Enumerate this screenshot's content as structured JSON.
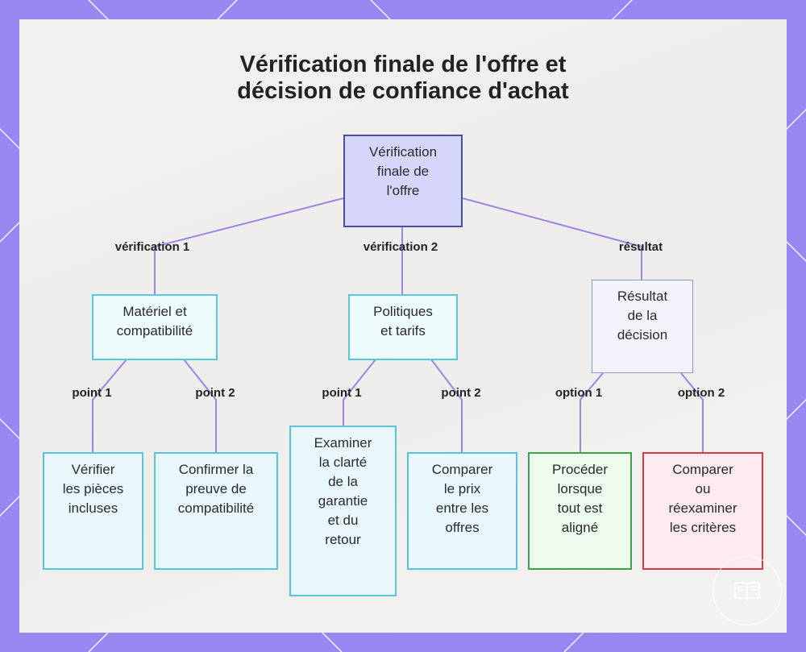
{
  "title": {
    "line1": "Vérification finale de l'offre et",
    "line2": "décision de confiance d'achat"
  },
  "nodes": {
    "root": [
      "Vérification",
      "finale de",
      "l'offre"
    ],
    "hardware": [
      "Matériel et",
      "compatibilité"
    ],
    "policies": [
      "Politiques",
      "et tarifs"
    ],
    "decision": [
      "Résultat",
      "de la",
      "décision"
    ],
    "check_parts": [
      "Vérifier",
      "les pièces",
      "incluses"
    ],
    "confirm_compat": [
      "Confirmer la",
      "preuve de",
      "compatibilité"
    ],
    "warranty": [
      "Examiner",
      "la clarté",
      "de la",
      "garantie",
      "et du",
      "retour"
    ],
    "compare_price": [
      "Comparer",
      "le prix",
      "entre les",
      "offres"
    ],
    "proceed": [
      "Procéder",
      "lorsque",
      "tout est",
      "aligné"
    ],
    "reexamine": [
      "Comparer",
      "ou",
      "réexaminer",
      "les critères"
    ]
  },
  "edge_labels": {
    "verif1": "vérification 1",
    "verif2": "vérification 2",
    "result": "résultat",
    "hw_point1": "point 1",
    "hw_point2": "point 2",
    "pol_point1": "point 1",
    "pol_point2": "point 2",
    "opt1": "option 1",
    "opt2": "option 2"
  },
  "colors": {
    "frame": "#9a86f0",
    "edge": "#9b86e6",
    "root_fill": "#d6d6fb",
    "root_border": "#4a4ea0",
    "cyan_border": "#5bc3d9",
    "green_border": "#3ea24a",
    "red_border": "#d23c46"
  },
  "icons": {
    "corner_decoration": "diamond-lines",
    "badge": "book-icon"
  }
}
